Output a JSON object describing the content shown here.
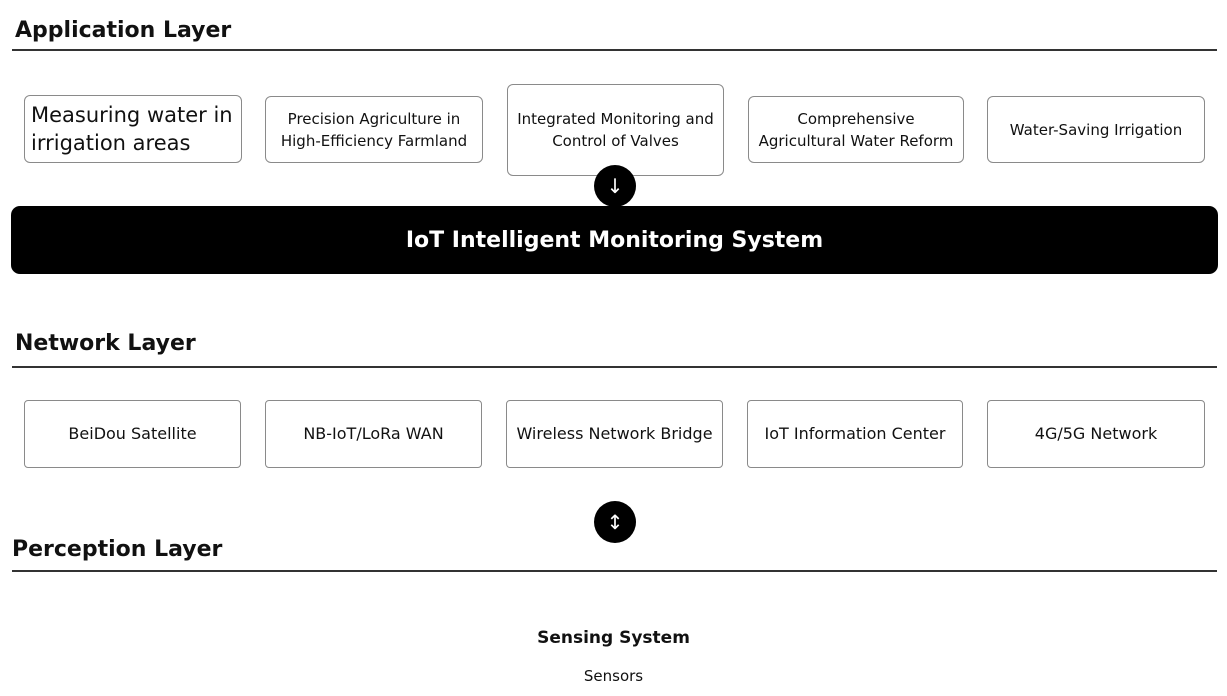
{
  "application_layer": {
    "title": "Application Layer",
    "items": [
      "Measuring water in irrigation areas",
      "Precision Agriculture in High-Efficiency Farmland",
      "Integrated Monitoring and Control of Valves",
      "Comprehensive Agricultural Water Reform",
      "Water-Saving Irrigation"
    ]
  },
  "system_banner": {
    "label": "IoT Intelligent Monitoring System"
  },
  "arrows": {
    "down": "↓",
    "updown": "↕"
  },
  "network_layer": {
    "title": "Network Layer",
    "items": [
      "BeiDou Satellite",
      "NB-IoT/LoRa WAN",
      "Wireless Network Bridge",
      "IoT Information Center",
      "4G/5G Network"
    ]
  },
  "perception_layer": {
    "title": "Perception Layer",
    "sensing_title": "Sensing System",
    "sensing_sub": "Sensors"
  }
}
